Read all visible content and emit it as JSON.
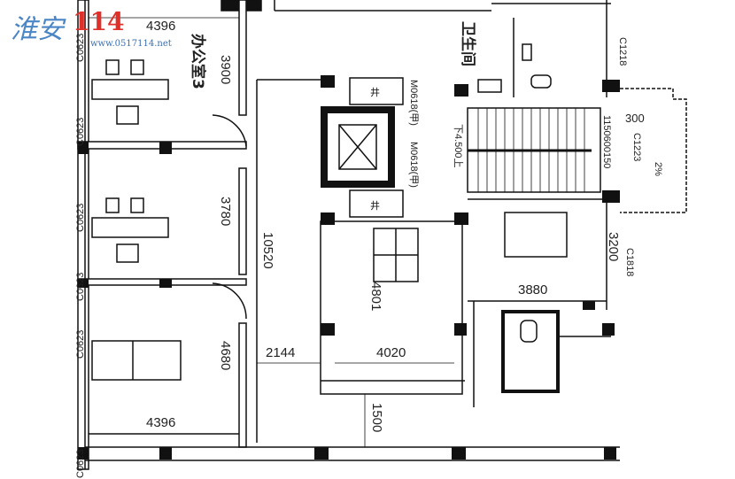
{
  "watermark": {
    "brand": "淮安",
    "number": "114",
    "url": "www.0517114.net"
  },
  "rooms": {
    "office3": "办公室3",
    "toilet": "卫生间"
  },
  "dimensions": {
    "top_width": "4396",
    "office3_depth": "3900",
    "office2_depth": "3780",
    "corridor_length": "10520",
    "office1_depth": "4680",
    "bottom_width": "4396",
    "corridor_width": "2144",
    "meeting_width": "4020",
    "meeting_depth": "4801",
    "bottom_offset": "1500",
    "right_room_depth": "3200",
    "right_room_width": "3880",
    "stair_dims": "1150600150",
    "stair_offset": "300",
    "slope": "2%"
  },
  "labels": {
    "windows_left": [
      "C0623",
      "C0623",
      "C0623",
      "C0623",
      "C0623",
      "C0623"
    ],
    "window_toilet": "C1218",
    "window_stair": "C1223",
    "window_right": "C1818",
    "door_1": "M0618(甲)",
    "door_2": "M0618(甲)",
    "stair_level": "下4.500上",
    "shaft_1": "井",
    "shaft_2": "井"
  }
}
